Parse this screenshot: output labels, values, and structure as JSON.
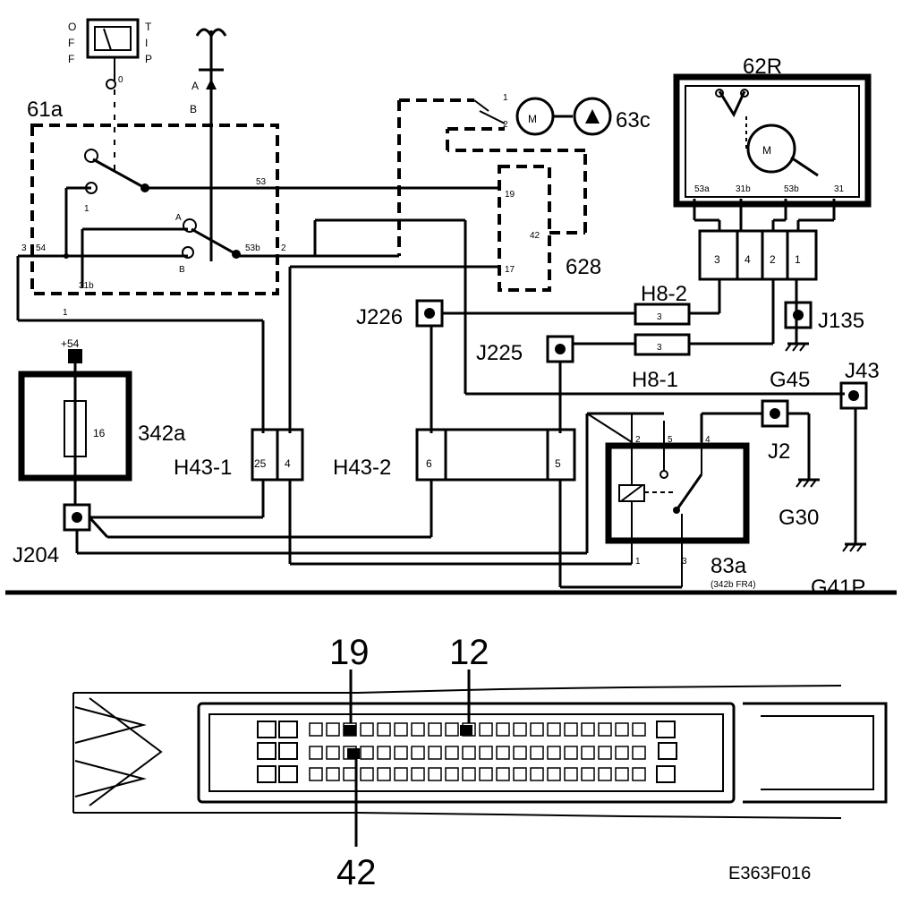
{
  "diagram": {
    "figure_id": "E363F016",
    "components": {
      "c61a": "61a",
      "c342a": "342a",
      "c62R": "62R",
      "c63c": "63c",
      "c628": "628",
      "c83a": "83a",
      "c83a_note": "(342b FR4)",
      "fuse": "16",
      "motor": "M"
    },
    "junctions": {
      "J226": "J226",
      "J225": "J225",
      "J135": "J135",
      "J43": "J43",
      "J2": "J2",
      "J204": "J204"
    },
    "connectors": {
      "H8_2": "H8-2",
      "H8_1": "H8-1",
      "H43_1": "H43-1",
      "H43_2": "H43-2"
    },
    "grounds": {
      "G45": "G45",
      "G30": "G30",
      "G41P": "G41P"
    },
    "switch_labels": {
      "off": "OFF",
      "tip": "TIP",
      "pos_0": "0",
      "pos_1": "1",
      "pos_A": "A",
      "pos_B": "B",
      "term_53": "53",
      "term_54": "54",
      "term_31b": "31b",
      "term_53a": "53a",
      "term_53b": "53b",
      "num_1": "1",
      "num_2": "2",
      "num_3": "3",
      "num_4": "4",
      "num_5": "5",
      "num_6": "6",
      "num_25": "25",
      "num_19": "19",
      "num_42": "42",
      "num_17": "17",
      "term_31": "31",
      "supply": "+54",
      "relay_1": "1",
      "relay_2": "2",
      "relay_3": "3",
      "relay_4": "4",
      "relay_5": "5"
    },
    "ecu_pins": {
      "p19": "19",
      "p12": "12",
      "p42": "42"
    }
  }
}
